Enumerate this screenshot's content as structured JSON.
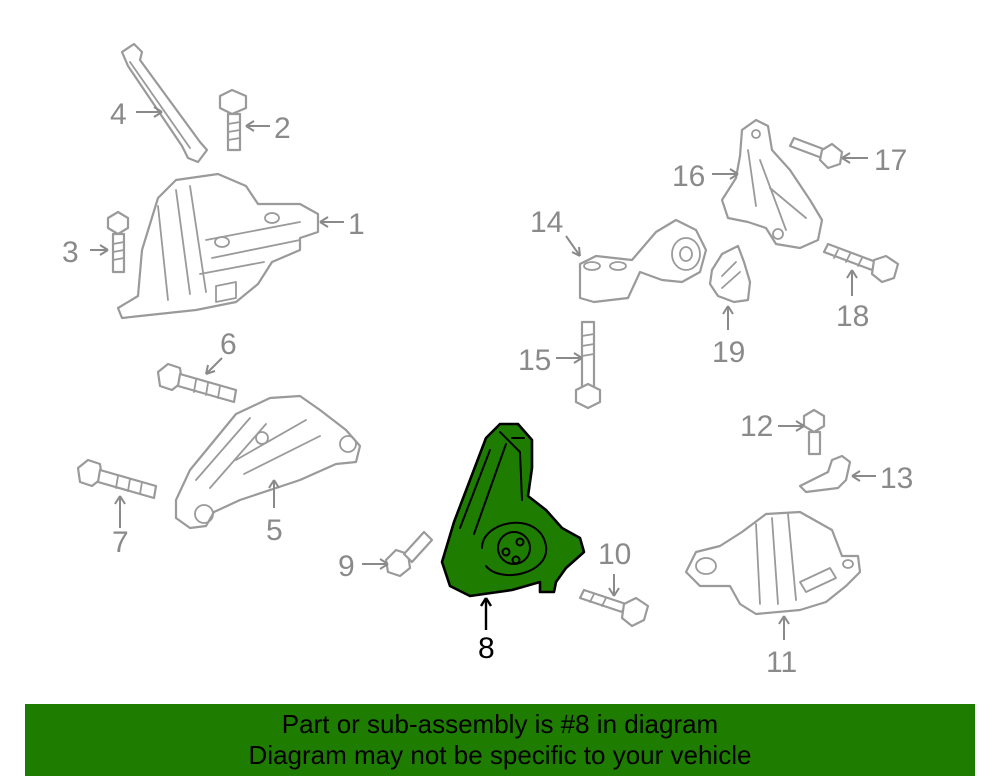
{
  "diagram": {
    "callouts": [
      {
        "id": "1",
        "label": "1"
      },
      {
        "id": "2",
        "label": "2"
      },
      {
        "id": "3",
        "label": "3"
      },
      {
        "id": "4",
        "label": "4"
      },
      {
        "id": "5",
        "label": "5"
      },
      {
        "id": "6",
        "label": "6"
      },
      {
        "id": "7",
        "label": "7"
      },
      {
        "id": "8",
        "label": "8"
      },
      {
        "id": "9",
        "label": "9"
      },
      {
        "id": "10",
        "label": "10"
      },
      {
        "id": "11",
        "label": "11"
      },
      {
        "id": "12",
        "label": "12"
      },
      {
        "id": "13",
        "label": "13"
      },
      {
        "id": "14",
        "label": "14"
      },
      {
        "id": "15",
        "label": "15"
      },
      {
        "id": "16",
        "label": "16"
      },
      {
        "id": "17",
        "label": "17"
      },
      {
        "id": "18",
        "label": "18"
      },
      {
        "id": "19",
        "label": "19"
      }
    ],
    "highlighted_part": "8",
    "colors": {
      "highlight": "#1e7d00",
      "line": "#9a9a9a",
      "highlight_outline": "#000000"
    }
  },
  "banner": {
    "line1": "Part or sub-assembly is #8 in diagram",
    "line2": "Diagram may not be specific to your vehicle"
  }
}
